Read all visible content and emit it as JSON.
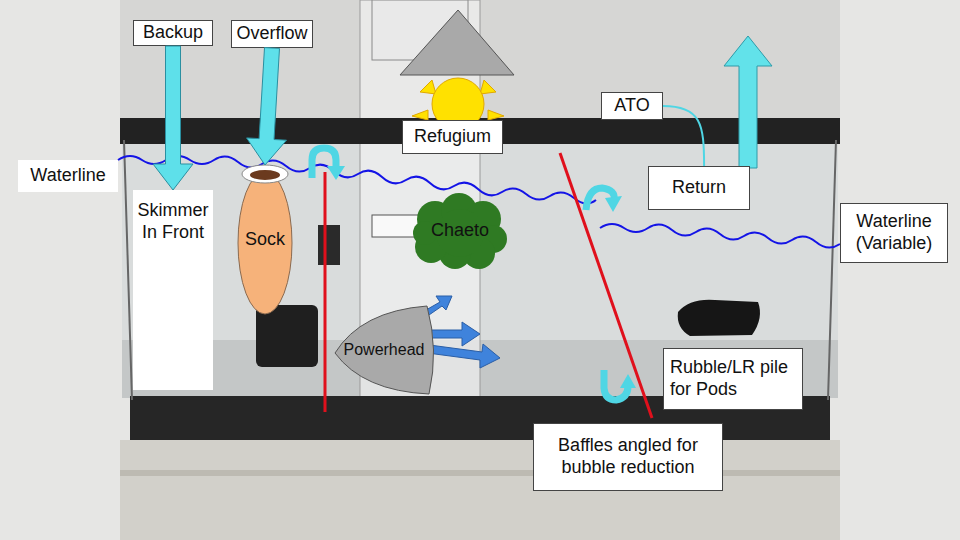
{
  "diagram": {
    "nodes": [
      {
        "text": [
          "Backup"
        ]
      },
      {
        "text": [
          "Overflow"
        ]
      },
      {
        "text": [
          "Refugium"
        ]
      },
      {
        "text": [
          "ATO"
        ]
      },
      {
        "text": [
          "Waterline"
        ]
      },
      {
        "text": [
          "Return"
        ]
      },
      {
        "text": [
          "Waterline (Variable)"
        ]
      },
      {
        "text": [
          "Skimmer In Front"
        ]
      },
      {
        "text": [
          "Sock"
        ]
      },
      {
        "text": [
          "Chaeto"
        ]
      },
      {
        "text": [
          "Powerhead"
        ]
      },
      {
        "text": [
          "Rubble/LR pile for Pods"
        ]
      },
      {
        "text": [
          "Baffles angled for bubble reduction"
        ]
      }
    ],
    "edges": [
      {
        "from": 0,
        "to": 7,
        "arrow": "to"
      },
      {
        "from": 1,
        "to": 8,
        "arrow": "to"
      },
      {
        "from": 3,
        "to": 5,
        "arrow": "none"
      }
    ]
  }
}
